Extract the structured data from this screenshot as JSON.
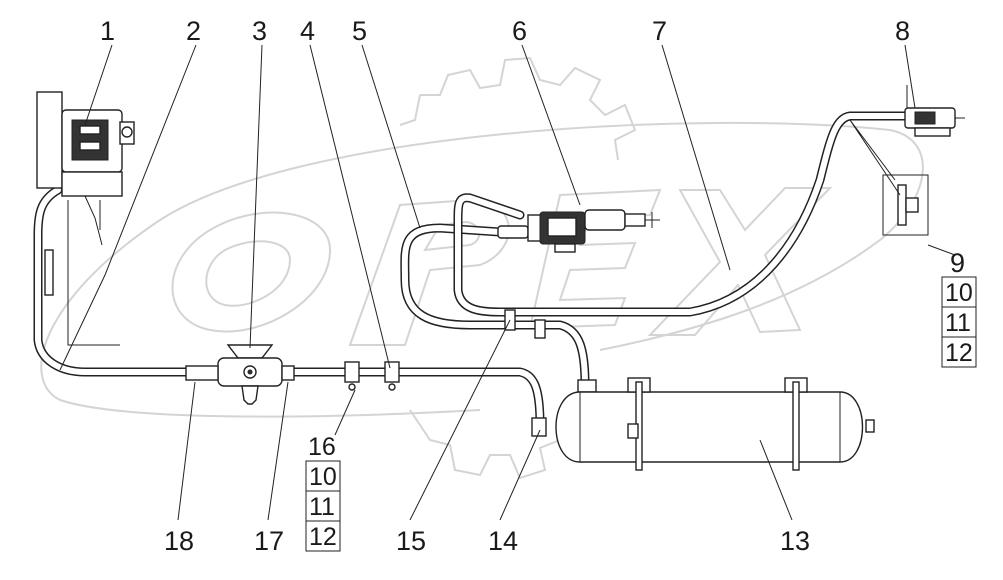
{
  "watermark": {
    "brand": "OPEX",
    "color": "#d4d4d4"
  },
  "callouts": [
    {
      "id": "1",
      "label": "1"
    },
    {
      "id": "2",
      "label": "2"
    },
    {
      "id": "3",
      "label": "3"
    },
    {
      "id": "4",
      "label": "4"
    },
    {
      "id": "5",
      "label": "5"
    },
    {
      "id": "6",
      "label": "6"
    },
    {
      "id": "7",
      "label": "7"
    },
    {
      "id": "8",
      "label": "8"
    },
    {
      "id": "9",
      "label": "9"
    },
    {
      "id": "13",
      "label": "13"
    },
    {
      "id": "14",
      "label": "14"
    },
    {
      "id": "15",
      "label": "15"
    },
    {
      "id": "17",
      "label": "17"
    },
    {
      "id": "18",
      "label": "18"
    }
  ],
  "stack_right": [
    "10",
    "11",
    "12"
  ],
  "stack_bottom": [
    "16",
    "10",
    "11",
    "12"
  ],
  "colors": {
    "line": "#222222",
    "background": "#ffffff"
  }
}
